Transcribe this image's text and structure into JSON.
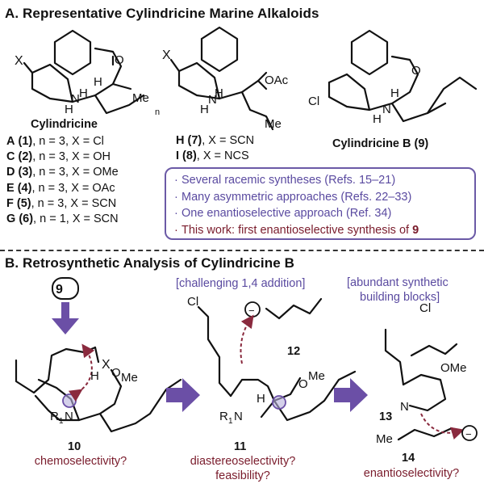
{
  "sectionA": {
    "title": "A. Representative Cylindricine Marine Alkaloids",
    "cyl_label": "Cylindricine",
    "compounds": [
      {
        "letter": "A",
        "num": "(1)",
        "rest": ", n = 3, X = Cl"
      },
      {
        "letter": "C",
        "num": "(2)",
        "rest": ", n = 3, X = OH"
      },
      {
        "letter": "D",
        "num": "(3)",
        "rest": ", n = 3, X = OMe"
      },
      {
        "letter": "E",
        "num": "(4)",
        "rest": ", n = 3, X = OAc"
      },
      {
        "letter": "F",
        "num": "(5)",
        "rest": ", n = 3, X = SCN"
      },
      {
        "letter": "G",
        "num": "(6)",
        "rest": ", n = 1, X = SCN"
      }
    ],
    "hi": [
      {
        "letter": "H",
        "num": " (7)",
        "rest": ", X = SCN"
      },
      {
        "letter": "I",
        "num": "  (8)",
        "rest": ", X = NCS"
      }
    ],
    "cylB": {
      "label": "Cylindricine B",
      "num": "(9)"
    },
    "atoms": {
      "X": "X",
      "O": "O",
      "H": "H",
      "N": "N",
      "Me": "Me",
      "n": "n",
      "OAc": "OAc",
      "Cl": "Cl"
    },
    "infobox": [
      {
        "dot": "·",
        "text": "Several racemic syntheses (Refs. 15–21)"
      },
      {
        "dot": "·",
        "text": "Many asymmetric approaches (Refs. 22–33)"
      },
      {
        "dot": "·",
        "text": "One enantioselective approach (Ref. 34)"
      },
      {
        "dot": "·",
        "text": "This work: first enantioselective synthesis of ",
        "bold": "9"
      }
    ]
  },
  "sectionB": {
    "title": "B. Retrosynthetic Analysis of Cylindricine B",
    "target": "9",
    "note1": "[challenging 1,4 addition]",
    "note2a": "[abundant synthetic",
    "note2b": "building blocks]",
    "cmpd10": "10",
    "cmpd11": "11",
    "cmpd12": "12",
    "cmpd13": "13",
    "cmpd14": "14",
    "q10": "chemoselectivity?",
    "q11a": "diastereoselectivity?",
    "q11b": "feasibility?",
    "q14": "enantioselectivity?",
    "atoms": {
      "X": "X",
      "H": "H",
      "O": "O",
      "Me": "Me",
      "R": "R",
      "sub1": "1",
      "N": "N",
      "Cl": "Cl",
      "OMe": "OMe",
      "minus": "−"
    }
  },
  "colors": {
    "accent_purple": "#5a4aa0",
    "box_border": "#6b5aa6",
    "dark_red": "#7a1c2c",
    "arrow_purple": "#6b4fa6",
    "dashed_arrow": "#8a2a3e",
    "circle_fill": "#b8b0dc"
  }
}
